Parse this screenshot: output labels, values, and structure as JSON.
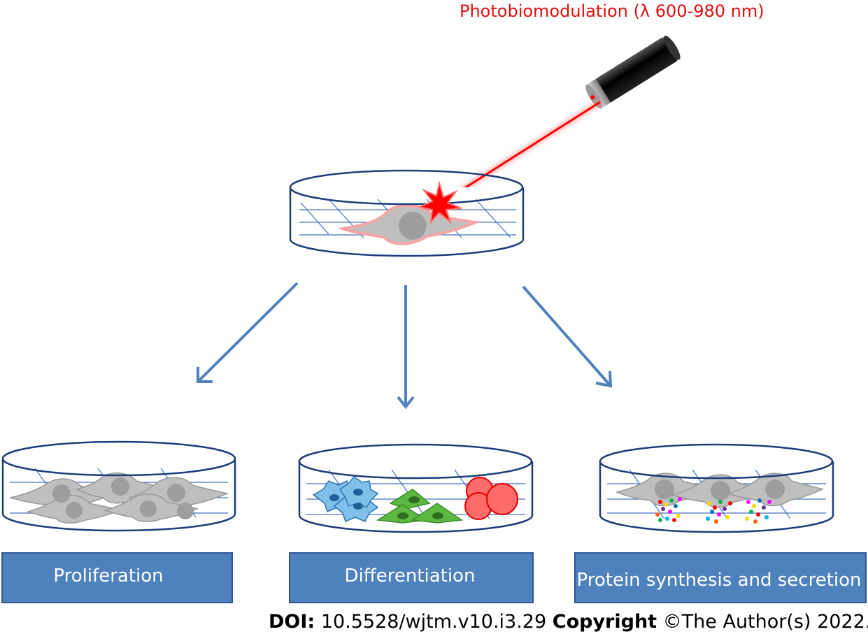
{
  "title": "Photobiomodulation (λ 600-980 nm)",
  "boxes": {
    "proliferation": "Proliferation",
    "differentiation": "Differentiation",
    "protein": "Protein synthesis and secretion"
  },
  "footer": {
    "doi_label": "DOI:",
    "doi_value": "10.5528/wjtm.v10.i3.29",
    "copyright_label": "Copyright",
    "copyright_text": "©The Author(s) 2022."
  },
  "colors": {
    "title": "#e01010",
    "box_fill": "#4f81bd",
    "box_stroke": "#2f5597",
    "arrow": "#4f81bd",
    "dish_stroke": "#1f3d7a",
    "grid": "#4472c4",
    "cell_gray": "#bfbfbf",
    "cell_blue": "#7fbfe8",
    "cell_green": "#5cb840",
    "cell_red": "#ff6b6b",
    "laser": "#ff0000"
  }
}
